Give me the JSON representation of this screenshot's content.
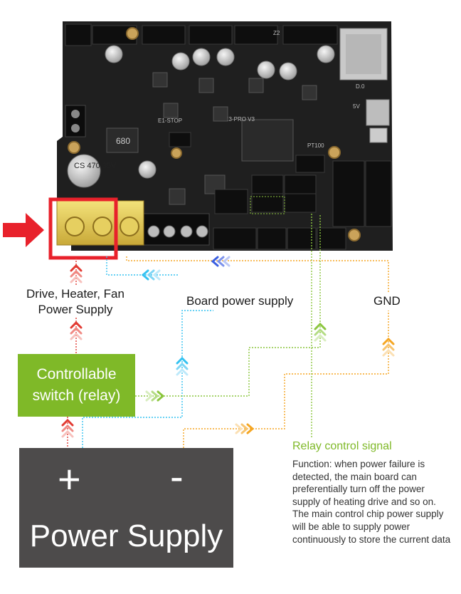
{
  "labels": {
    "drive_line1": "Drive, Heater, Fan",
    "drive_line2": "Power Supply",
    "board_power": "Board power supply",
    "gnd": "GND"
  },
  "relay_switch": {
    "line1": "Controllable",
    "line2": "switch (relay)"
  },
  "power_supply": {
    "plus": "+",
    "minus": "-",
    "title": "Power Supply"
  },
  "relay_signal": {
    "title": "Relay control signal",
    "description": "Function: when power failure is detected, the main board can preferentially turn off the power supply of heating drive and so on. The main control chip power supply will be able to supply power continuously to store the current data"
  },
  "board": {
    "silkscreen_model": "FLY E3-PRO V3",
    "capacitor_top": "CS 470 35V",
    "inductor": "680",
    "label_e1stop": "E1-STOP",
    "label_z2": "Z2",
    "label_d0": "D.0",
    "label_5v": "5V",
    "label_pt100": "PT100"
  },
  "colors": {
    "relay_green": "#7fb928",
    "psu_gray": "#4d4b4b",
    "wire_red": "#e23a32",
    "wire_cyan": "#35c2f1",
    "wire_orange": "#f5a623",
    "wire_green": "#8cc63f",
    "wire_blue": "#3b5fe0",
    "highlight_red": "#e8212b"
  }
}
